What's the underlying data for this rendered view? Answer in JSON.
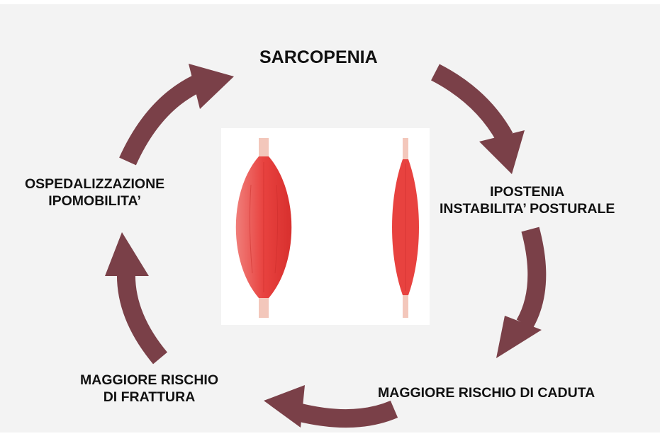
{
  "diagram": {
    "top_label": "SARCOPENIA",
    "right_label": [
      "IPOSTENIA",
      "INSTABILITA’ POSTURALE"
    ],
    "bottom_right_label": "MAGGIORE RISCHIO DI CADUTA",
    "bottom_left_label": [
      "MAGGIORE RISCHIO",
      "DI FRATTURA"
    ],
    "left_label": [
      "OSPEDALIZZAZIONE",
      "IPOMOBILITA’"
    ]
  },
  "colors": {
    "arrow": "#7a4048",
    "muscle": "#e94747",
    "tendon": "#f3c7bb",
    "background": "#f3f3f3"
  },
  "illustration": {
    "icons": [
      "healthy-muscle-icon",
      "atrophied-muscle-icon"
    ]
  }
}
